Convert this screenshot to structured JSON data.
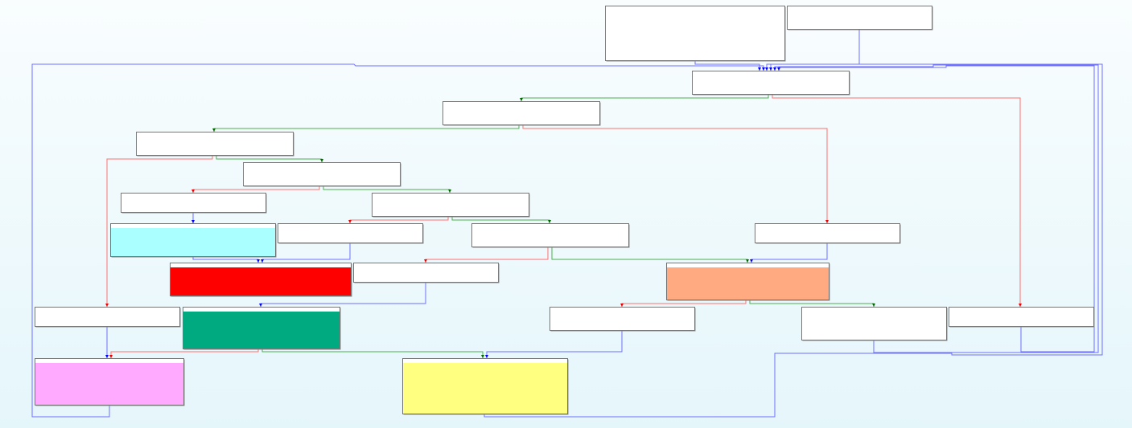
{
  "graph": {
    "colors": {
      "edge_unconditional": "#6f6fff",
      "edge_true": "#4caf50",
      "edge_false": "#ff7070",
      "node_default": "#ffffff",
      "node_border": "#777777"
    },
    "nodes": [
      {
        "id": "n0",
        "fill": "#ffffff"
      },
      {
        "id": "n1",
        "fill": "#ffffff"
      },
      {
        "id": "n2",
        "fill": "#ffffff"
      },
      {
        "id": "n3",
        "fill": "#ffffff"
      },
      {
        "id": "n4",
        "fill": "#ffffff"
      },
      {
        "id": "n5",
        "fill": "#ffffff"
      },
      {
        "id": "n6",
        "fill": "#ffffff"
      },
      {
        "id": "n7",
        "fill": "#ffffff"
      },
      {
        "id": "n8",
        "fill": "#aaffff"
      },
      {
        "id": "n9",
        "fill": "#ffffff"
      },
      {
        "id": "n10",
        "fill": "#ffffff"
      },
      {
        "id": "n11",
        "fill": "#ffffff"
      },
      {
        "id": "n12",
        "fill": "#ff0000"
      },
      {
        "id": "n13",
        "fill": "#ffffff"
      },
      {
        "id": "n14",
        "fill": "#ffaa80"
      },
      {
        "id": "n15",
        "fill": "#ffffff"
      },
      {
        "id": "n16",
        "fill": "#00aa80"
      },
      {
        "id": "n17",
        "fill": "#ffffff"
      },
      {
        "id": "n18",
        "fill": "#ffffff"
      },
      {
        "id": "n19",
        "fill": "#ffffff"
      },
      {
        "id": "n20",
        "fill": "#ffaaff"
      },
      {
        "id": "n21",
        "fill": "#ffff80"
      }
    ],
    "edges": [
      {
        "from": "n0",
        "to": "n2",
        "type": "unconditional"
      },
      {
        "from": "n1",
        "to": "n2",
        "type": "unconditional"
      },
      {
        "from": "n2",
        "to": "n3",
        "type": "true"
      },
      {
        "from": "n2",
        "to": "n19",
        "type": "false"
      },
      {
        "from": "n3",
        "to": "n4",
        "type": "true"
      },
      {
        "from": "n3",
        "to": "n11",
        "type": "false"
      },
      {
        "from": "n4",
        "to": "n5",
        "type": "true"
      },
      {
        "from": "n4",
        "to": "n15",
        "type": "false"
      },
      {
        "from": "n5",
        "to": "n6",
        "type": "false"
      },
      {
        "from": "n5",
        "to": "n7",
        "type": "true"
      },
      {
        "from": "n6",
        "to": "n8",
        "type": "unconditional"
      },
      {
        "from": "n7",
        "to": "n9",
        "type": "false"
      },
      {
        "from": "n7",
        "to": "n10",
        "type": "true"
      },
      {
        "from": "n8",
        "to": "n12",
        "type": "unconditional"
      },
      {
        "from": "n9",
        "to": "n12",
        "type": "unconditional"
      },
      {
        "from": "n10",
        "to": "n13",
        "type": "false"
      },
      {
        "from": "n10",
        "to": "n14",
        "type": "true"
      },
      {
        "from": "n11",
        "to": "n14",
        "type": "unconditional"
      },
      {
        "from": "n13",
        "to": "n16",
        "type": "unconditional"
      },
      {
        "from": "n14",
        "to": "n17",
        "type": "false"
      },
      {
        "from": "n14",
        "to": "n18",
        "type": "true"
      },
      {
        "from": "n15",
        "to": "n20",
        "type": "unconditional"
      },
      {
        "from": "n16",
        "to": "n20",
        "type": "false"
      },
      {
        "from": "n16",
        "to": "n21",
        "type": "true"
      },
      {
        "from": "n17",
        "to": "n21",
        "type": "unconditional"
      },
      {
        "from": "n18",
        "to": "n2",
        "type": "unconditional"
      },
      {
        "from": "n19",
        "to": "n2",
        "type": "unconditional"
      },
      {
        "from": "n20",
        "to": "n2",
        "type": "unconditional"
      },
      {
        "from": "n21",
        "to": "n2",
        "type": "unconditional"
      }
    ]
  }
}
